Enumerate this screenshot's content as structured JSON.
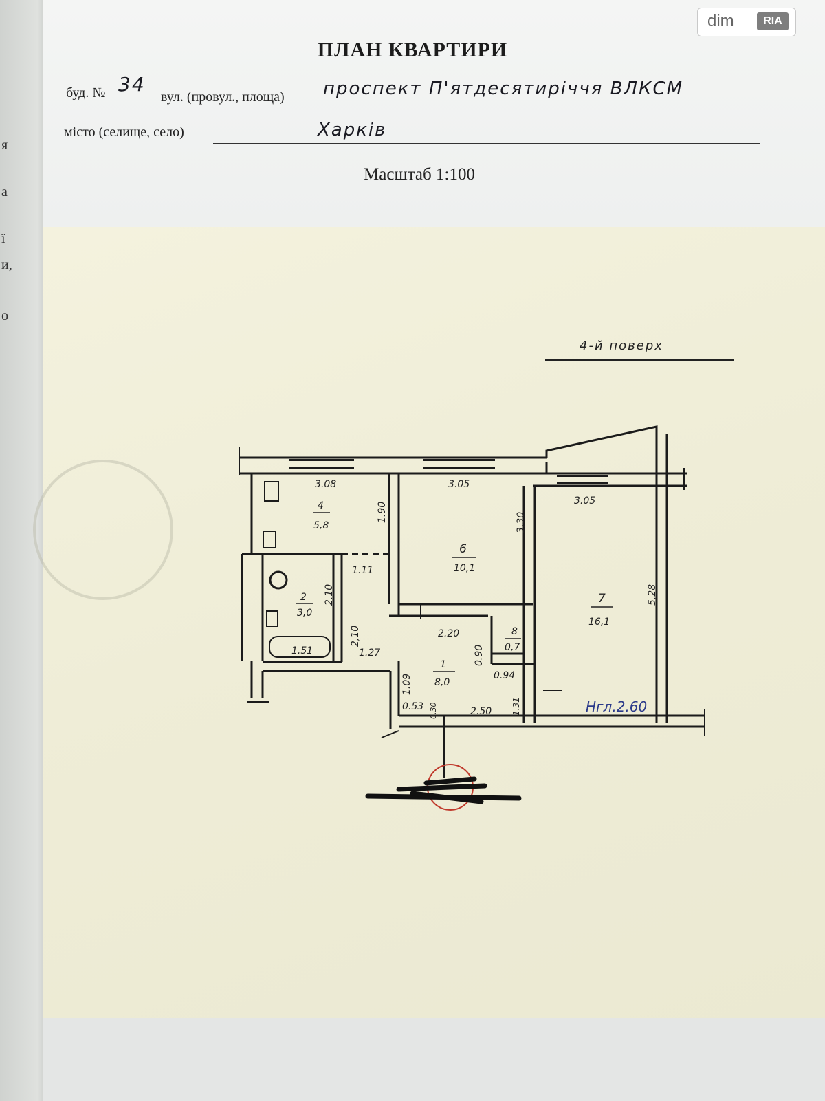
{
  "doc_title": "ПЛАН КВАРТИРИ",
  "form": {
    "building_label": "буд. №",
    "building_value": "34",
    "street_label": "вул. (провул., площа)",
    "street_value": "проспект П'ятдесятиріччя ВЛКСМ",
    "city_label": "місто (селище, село)",
    "city_value": "Харків",
    "scale_label": "Масштаб 1:100"
  },
  "floor_label": "4-й поверх",
  "watermark": {
    "dim": "dim",
    "ria": "RIA"
  },
  "margin_letters": [
    "я",
    "а",
    "ї",
    "и,",
    "о"
  ],
  "rooms": [
    {
      "number": "4",
      "area": "5,8"
    },
    {
      "number": "6",
      "area": "10,1"
    },
    {
      "number": "7",
      "area": "16,1"
    },
    {
      "number": "2",
      "area": "3,0"
    },
    {
      "number": "1",
      "area": "8,0"
    },
    {
      "number": "8",
      "area": "0,7"
    }
  ],
  "dimensions": [
    "3.08",
    "3.05",
    "3.05",
    "1.90",
    "3,30",
    "5,28",
    "1.11",
    "2.10",
    "2,10",
    "1.51",
    "1.27",
    "2.20",
    "0.90",
    "0.94",
    "1.09",
    "0.53",
    "0.30",
    "2.50",
    "1.31"
  ],
  "total_height": "Нгл.2.60",
  "palette": {
    "paper": "#f0eed8",
    "ink": "#1b1b1b",
    "stamp_red": "#c0392b"
  }
}
